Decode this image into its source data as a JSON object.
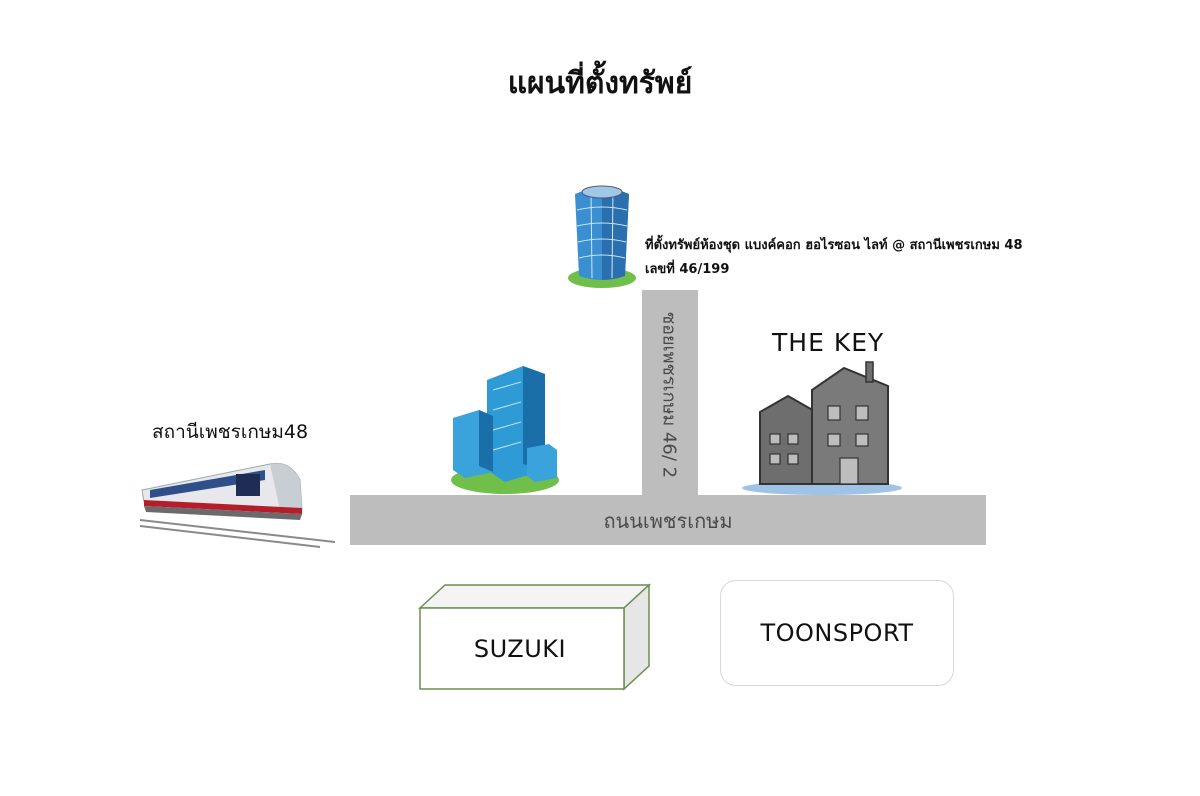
{
  "title": "แผนที่ตั้งทรัพย์",
  "roads": {
    "main": "ถนนเพชรเกษม",
    "soi": "ซอยเพชรเกษม 46/ 2"
  },
  "station": {
    "label": "สถานีเพชรเกษม48",
    "icon": "train-icon"
  },
  "target": {
    "line1": "ที่ตั้งทรัพย์ห้องชุด แบงค์คอก ฮอไรซอน ไลท์ @ สถานีเพชรเกษม 48",
    "line2": "เลขที่ 46/199",
    "icon": "tower-building-icon"
  },
  "landmarks": {
    "the_key": "THE KEY",
    "suzuki": "SUZUKI",
    "toonsport": "TOONSPORT"
  },
  "colors": {
    "road": "#bdbdbd",
    "building_glass": "#2e9bd6",
    "house": "#707070",
    "suzuki_border": "#6a8f4e"
  }
}
